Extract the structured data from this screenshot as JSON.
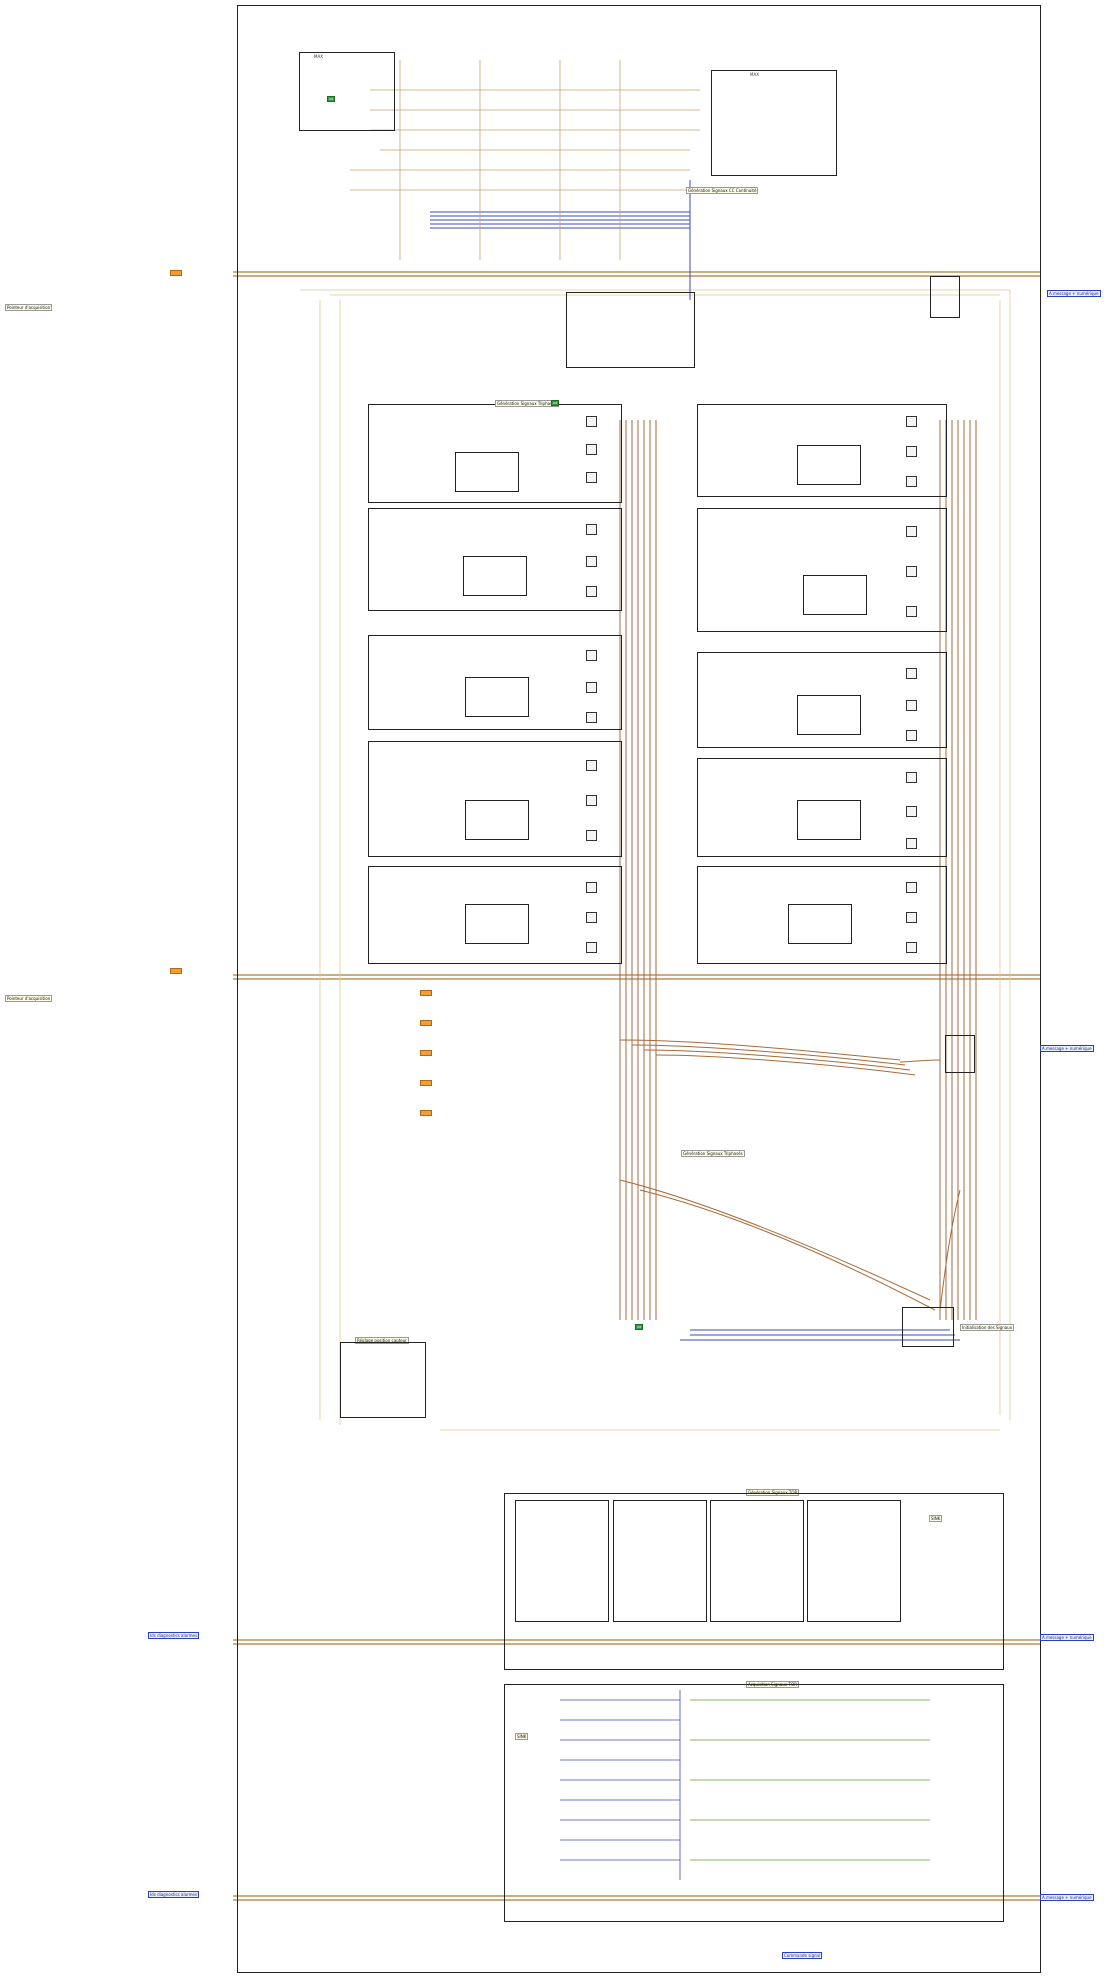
{
  "diagram": {
    "main_frame": {
      "label": ""
    },
    "left_inputs": [
      {
        "text": "Pointeur d'acquisition"
      },
      {
        "text": "Pointeur d'acquisition"
      },
      {
        "text": "Ids diagnostics alarmes"
      },
      {
        "text": "Ids diagnostics alarmes"
      }
    ],
    "top_box": {
      "label": "MAX"
    },
    "top_right_box": {
      "label": "MAX"
    },
    "section_labels": [
      {
        "text": "Génération Signaux CC Continuité"
      },
      {
        "text": "Génération Signaux Triphasés"
      },
      {
        "text": "Génération Signaux Triphasés"
      },
      {
        "text": "Réglage position capteur"
      },
      {
        "text": "Génération Signaux TOR"
      },
      {
        "text": "Acquisition Signaux TOR"
      },
      {
        "text": "Initialisation des Signaux"
      },
      {
        "text": "SINK"
      },
      {
        "text": "SINK"
      }
    ],
    "right_outputs": [
      {
        "text": "A.message + numérique"
      },
      {
        "text": "A.message + numérique"
      },
      {
        "text": "A.message + numérique"
      },
      {
        "text": "A.message + numérique"
      }
    ],
    "bottom_label": {
      "text": "Commande signal"
    }
  }
}
